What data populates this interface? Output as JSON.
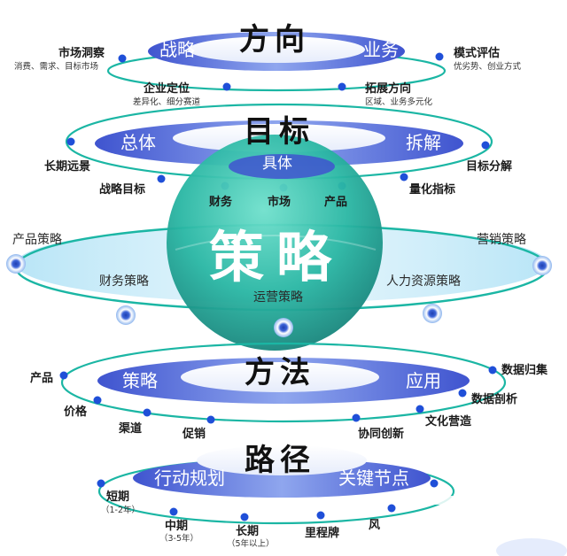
{
  "tiers": {
    "direction": {
      "title": "方向",
      "left_band": "战略",
      "right_band": "业务",
      "points": [
        {
          "label": "市场洞察",
          "sub": "消费、需求、目标市场"
        },
        {
          "label": "企业定位",
          "sub": "差异化、细分赛道"
        },
        {
          "label": "拓展方向",
          "sub": "区域、业务多元化"
        },
        {
          "label": "模式评估",
          "sub": "优劣势、创业方式"
        }
      ]
    },
    "goal": {
      "title": "目标",
      "left_band": "总体",
      "center_band": "具体",
      "right_band": "拆解",
      "points": [
        "长期远景",
        "战略目标",
        "财务",
        "市场",
        "产品",
        "量化指标",
        "目标分解"
      ]
    },
    "strategy": {
      "title": "策略",
      "items": [
        "产品策略",
        "财务策略",
        "运营策略",
        "人力资源策略",
        "营销策略"
      ]
    },
    "method": {
      "title": "方法",
      "left_band": "策略",
      "right_band": "应用",
      "points": [
        "产品",
        "价格",
        "渠道",
        "促销",
        "协同创新",
        "文化营造",
        "数据剖析",
        "数据归集"
      ]
    },
    "path": {
      "title": "路径",
      "left_band": "行动规划",
      "right_band": "关键节点",
      "points": [
        {
          "label": "短期",
          "sub": "（1-2年）"
        },
        {
          "label": "中期",
          "sub": "（3-5年）"
        },
        {
          "label": "长期",
          "sub": "（5年以上）"
        },
        {
          "label": "里程牌",
          "sub": ""
        },
        {
          "label": "风",
          "sub": ""
        }
      ]
    }
  },
  "colors": {
    "band_blue": "#4b63d8",
    "ring_teal": "#1bb6a4",
    "dot_blue": "#1f4fd8",
    "sphere_teal": "#2fb9a7"
  }
}
